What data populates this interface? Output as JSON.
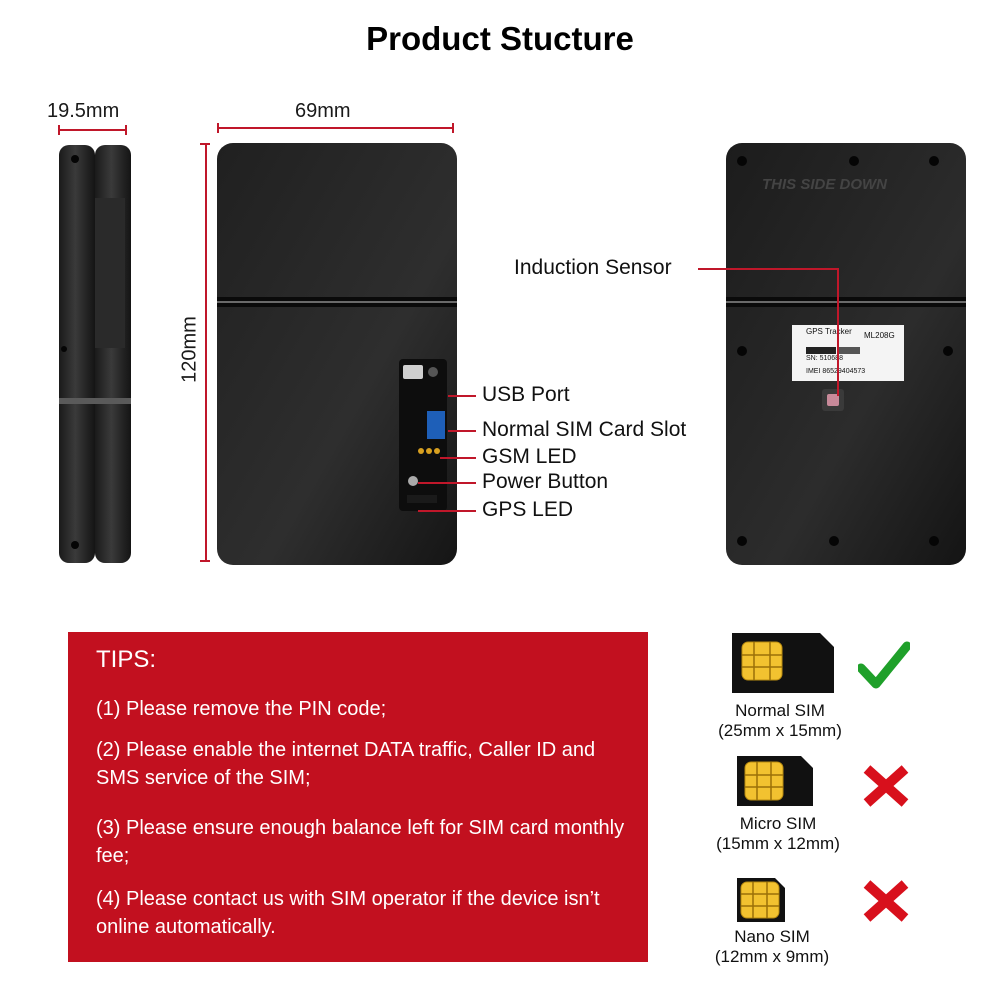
{
  "title": "Product Stucture",
  "dimensions": {
    "thickness": "19.5mm",
    "width": "69mm",
    "height": "120mm"
  },
  "callouts": {
    "induction_sensor": "Induction Sensor",
    "usb_port": "USB Port",
    "sim_slot": "Normal SIM Card Slot",
    "gsm_led": "GSM LED",
    "power_button": "Power Button",
    "gps_led": "GPS LED"
  },
  "device_back": {
    "embossed": "THIS SIDE DOWN",
    "label_line1": "GPS Tracker",
    "label_model": "ML208G",
    "label_sn": "SN: 510688",
    "label_imei": "IMEI 86529404573"
  },
  "tips": {
    "heading": "TIPS:",
    "items": [
      "(1) Please remove the PIN code;",
      "(2) Please enable the internet DATA traffic, Caller ID and SMS service of the SIM;",
      "(3) Please ensure enough balance left for SIM card monthly fee;",
      "(4) Please contact us with SIM operator if the device isn’t online automatically."
    ]
  },
  "sims": [
    {
      "name": "Normal SIM",
      "size": "(25mm x 15mm)",
      "supported": true
    },
    {
      "name": "Micro SIM",
      "size": "(15mm x 12mm)",
      "supported": false
    },
    {
      "name": "Nano SIM",
      "size": "(12mm x 9mm)",
      "supported": false
    }
  ],
  "colors": {
    "accent": "#c0172a",
    "tips_bg": "#c2101f",
    "check": "#1fa02a",
    "cross": "#d8101c",
    "chip": "#f2c230"
  }
}
